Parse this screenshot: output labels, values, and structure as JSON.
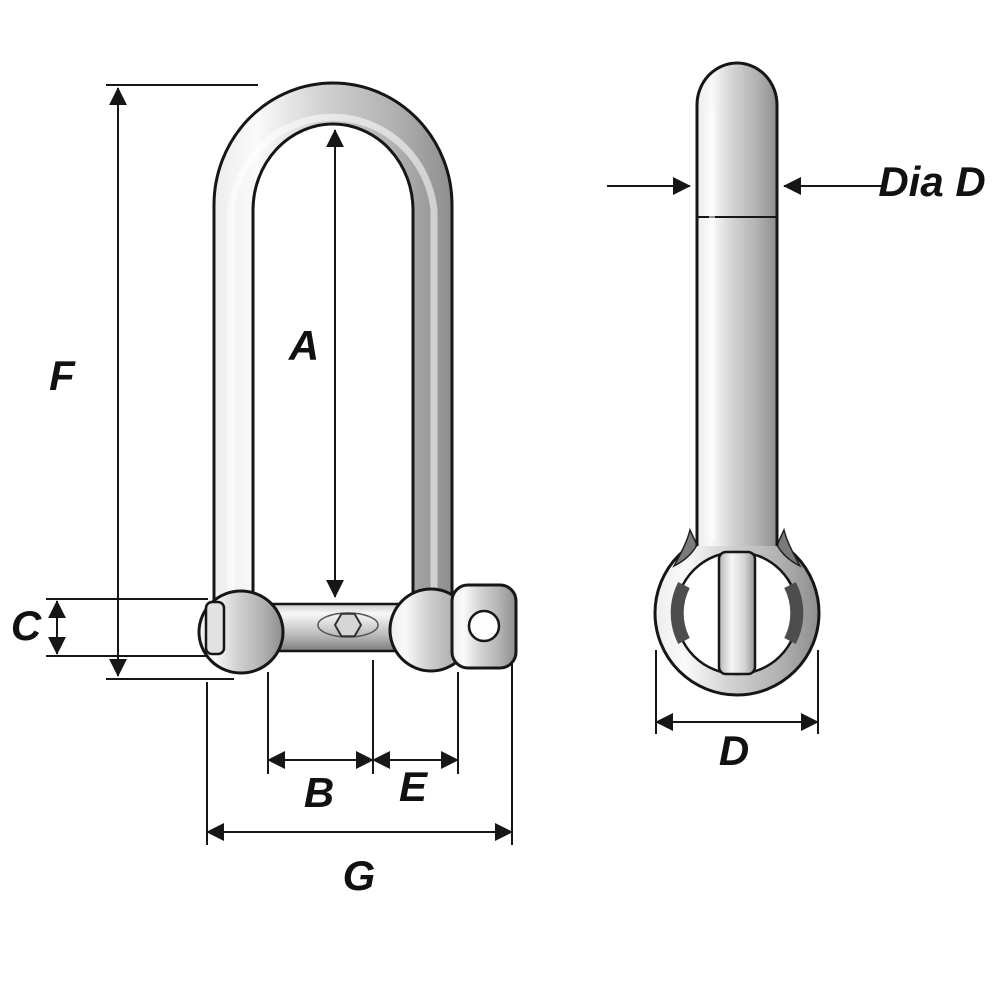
{
  "diagram": {
    "labels": {
      "F": "F",
      "A": "A",
      "C": "C",
      "B": "B",
      "E": "E",
      "G": "G",
      "D": "D",
      "diaD": "Dia D"
    },
    "colors": {
      "line": "#161616",
      "metal_light": "#fafafa",
      "metal_mid": "#c8c8c8",
      "metal_dark": "#8e8e8e",
      "background": "#ffffff"
    }
  }
}
